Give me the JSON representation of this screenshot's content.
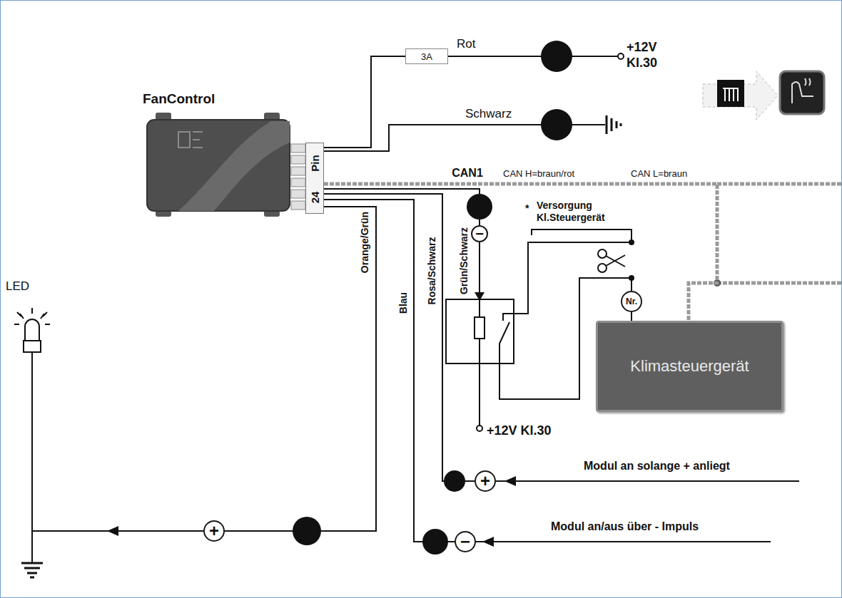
{
  "diagram": {
    "nodes": [
      {
        "text": [
          "FanControl"
        ]
      },
      {
        "text": [
          "Pin",
          "24"
        ]
      },
      {
        "text": [
          "3A"
        ]
      },
      {
        "text": [
          "Klimasteuergerät"
        ]
      },
      {
        "text": [
          "Nr."
        ]
      },
      {
        "text": [
          "−"
        ]
      },
      {
        "text": [
          "+"
        ]
      },
      {
        "text": [
          "+"
        ]
      },
      {
        "text": [
          "−"
        ]
      }
    ],
    "edges": [
      {
        "from": 1,
        "to": 2,
        "arrow": "none"
      },
      {
        "from": 1,
        "to": 3,
        "label": "CAN1",
        "arrow": "none"
      },
      {
        "from": 1,
        "to": 5,
        "label": "Grün/Schwarz",
        "arrow": "none"
      },
      {
        "from": 1,
        "to": 6,
        "label": "Orange/Grün",
        "arrow": "none"
      },
      {
        "from": 1,
        "to": 8,
        "label": "Blau",
        "arrow": "none"
      },
      {
        "from": 1,
        "to": 7,
        "label": "Rosa/Schwarz",
        "arrow": "none"
      },
      {
        "from": 4,
        "to": 3,
        "arrow": "none"
      }
    ],
    "labels": [
      "Rot",
      "+12V",
      "Kl.30",
      "Schwarz",
      "CAN H=braun/rot",
      "CAN L=braun",
      "*",
      "Versorgung Kl.Steuergerät",
      "+12V Kl.30",
      "Modul an solange + anliegt",
      "Modul an/aus über - Impuls",
      "LED"
    ]
  }
}
